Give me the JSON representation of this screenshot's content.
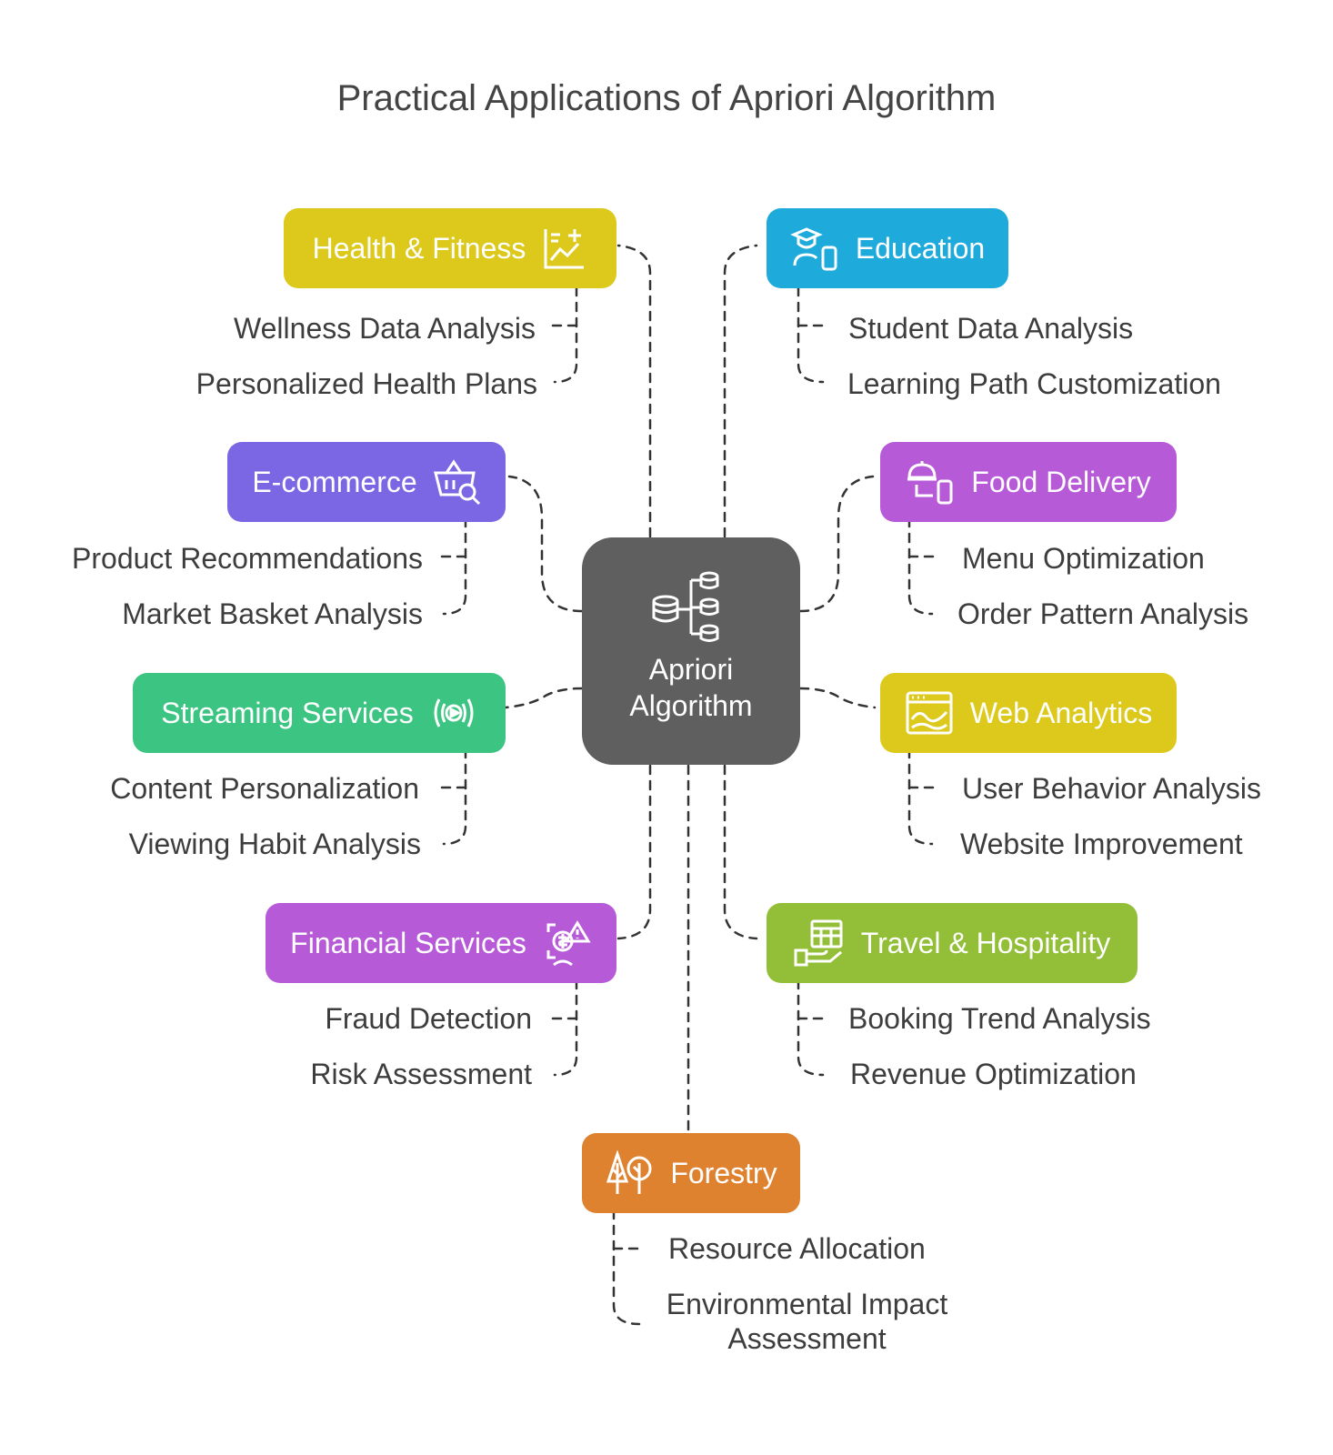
{
  "title": "Practical Applications of Apriori Algorithm",
  "center": {
    "line1": "Apriori",
    "line2": "Algorithm",
    "icon": "database-tree-icon",
    "color": "#5f5f5f"
  },
  "categories": [
    {
      "label": "Health & Fitness",
      "icon": "health-chart-icon",
      "color": "#dcc91c",
      "items": [
        "Wellness Data Analysis",
        "Personalized Health Plans"
      ]
    },
    {
      "label": "Education",
      "icon": "graduate-device-icon",
      "color": "#1eaadb",
      "items": [
        "Student Data Analysis",
        "Learning Path Customization"
      ]
    },
    {
      "label": "E-commerce",
      "icon": "basket-search-icon",
      "color": "#7b66e3",
      "items": [
        "Product Recommendations",
        "Market Basket Analysis"
      ]
    },
    {
      "label": "Food Delivery",
      "icon": "food-delivery-icon",
      "color": "#b65ad8",
      "items": [
        "Menu Optimization",
        "Order Pattern Analysis"
      ]
    },
    {
      "label": "Streaming Services",
      "icon": "streaming-icon",
      "color": "#3cc482",
      "items": [
        "Content Personalization",
        "Viewing Habit Analysis"
      ]
    },
    {
      "label": "Web Analytics",
      "icon": "web-analytics-icon",
      "color": "#dcc91c",
      "items": [
        "User Behavior Analysis",
        "Website Improvement"
      ]
    },
    {
      "label": "Financial Services",
      "icon": "finance-alert-icon",
      "color": "#b65ad8",
      "items": [
        "Fraud Detection",
        "Risk Assessment"
      ]
    },
    {
      "label": "Travel & Hospitality",
      "icon": "booking-hand-icon",
      "color": "#93bf38",
      "items": [
        "Booking Trend Analysis",
        "Revenue Optimization"
      ]
    },
    {
      "label": "Forestry",
      "icon": "trees-icon",
      "color": "#df8230",
      "items": [
        "Resource Allocation",
        "Environmental Impact Assessment"
      ]
    }
  ]
}
